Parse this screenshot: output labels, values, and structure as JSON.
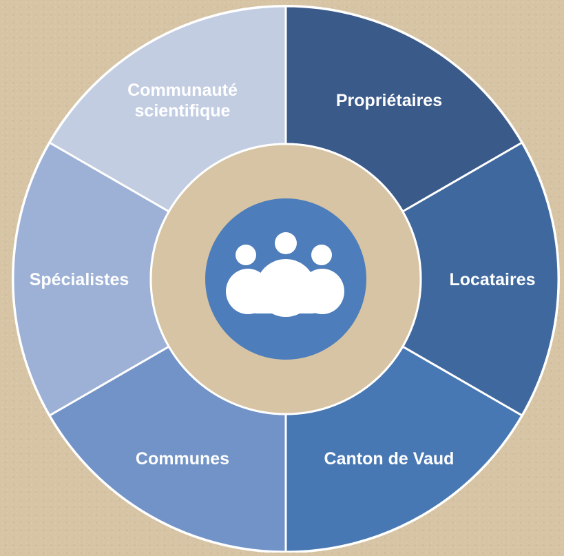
{
  "center": {
    "icon": "people-group-icon",
    "color": "#4d7dbb"
  },
  "segments": [
    {
      "label_lines": [
        "Propriétaires"
      ],
      "color": "#3a5a8a"
    },
    {
      "label_lines": [
        "Locataires"
      ],
      "color": "#3f689f"
    },
    {
      "label_lines": [
        "Canton de Vaud"
      ],
      "color": "#4878b3"
    },
    {
      "label_lines": [
        "Communes"
      ],
      "color": "#7193c7"
    },
    {
      "label_lines": [
        "Spécialistes"
      ],
      "color": "#9db1d6"
    },
    {
      "label_lines": [
        "Communauté",
        "scientifique"
      ],
      "color": "#c2cde2"
    }
  ],
  "colors": {
    "background": "#d6c4a4",
    "separator": "#ffffff"
  }
}
